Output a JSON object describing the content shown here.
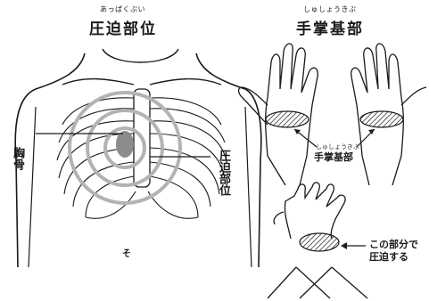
{
  "left_panel": {
    "ruby": "あっぱくぶい",
    "title": "圧迫部位",
    "sternum_label": "胸骨",
    "compression_label": "圧迫部位",
    "footnote_mark": "そ"
  },
  "right_panel": {
    "ruby": "しゅしょうきぶ",
    "title": "手掌基部",
    "heel_label": "手掌基部",
    "heel_label_ruby": "しゅしょうきぶ",
    "press_note_line1": "この部分で",
    "press_note_line2": "圧迫する"
  },
  "colors": {
    "ink": "#1a1a1a",
    "target_rings": "#b3b3b3",
    "sternum_fill": "#8c8c8c"
  }
}
